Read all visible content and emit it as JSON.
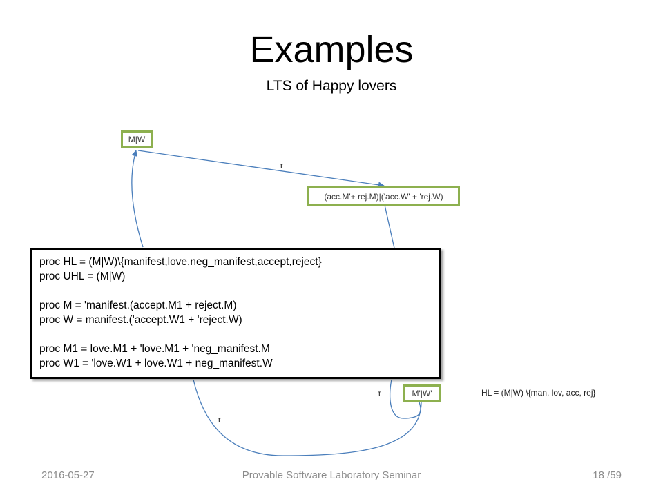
{
  "slide": {
    "title": "Examples",
    "subtitle": "LTS of Happy lovers"
  },
  "diagram": {
    "nodes": {
      "mw": "M|W",
      "choice": "(acc.M'+ rej.M)|('acc.W' + 'rej.W)",
      "primed": "M'|W'"
    },
    "labels": {
      "tau_top": "τ",
      "tau_right": "τ",
      "tau_bottom": "τ"
    },
    "definition": "HL = (M|W) \\{man, lov, acc, rej}"
  },
  "code": {
    "lines": [
      "proc HL = (M|W)\\{manifest,love,neg_manifest,accept,reject}",
      "proc UHL = (M|W)",
      "",
      "proc M = 'manifest.(accept.M1 + reject.M)",
      "proc W = manifest.('accept.W1 + 'reject.W)",
      "",
      "proc M1 = love.M1 + 'love.M1 + 'neg_manifest.M",
      "proc W1 = 'love.W1 + love.W1 + neg_manifest.W"
    ]
  },
  "footer": {
    "date": "2016-05-27",
    "center": "Provable Software Laboratory Seminar",
    "page": "18 /59"
  },
  "colors": {
    "node_border": "#8db04f",
    "edge": "#4a7ebb"
  }
}
